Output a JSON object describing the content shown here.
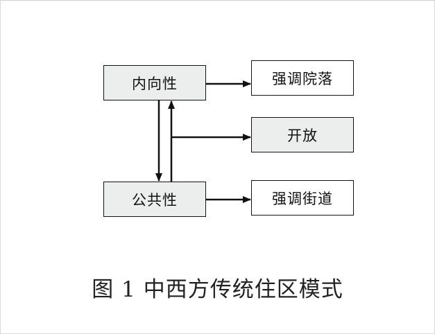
{
  "diagram": {
    "nodes": {
      "inner": "内向性",
      "public": "公共性",
      "courtyard": "强调院落",
      "open": "开放",
      "street": "强调街道"
    },
    "edges": [
      {
        "from": "内向性",
        "to": "强调院落"
      },
      {
        "from": "内向性",
        "to": "公共性"
      },
      {
        "from": "公共性",
        "to": "内向性"
      },
      {
        "from": "公共性",
        "to": "开放"
      },
      {
        "from": "公共性",
        "to": "强调街道"
      }
    ],
    "colors": {
      "node_fill_primary": "#ebeeec",
      "node_fill_secondary": "#ffffff",
      "stroke": "#111111"
    }
  },
  "caption": "图 1 中西方传统住区模式"
}
